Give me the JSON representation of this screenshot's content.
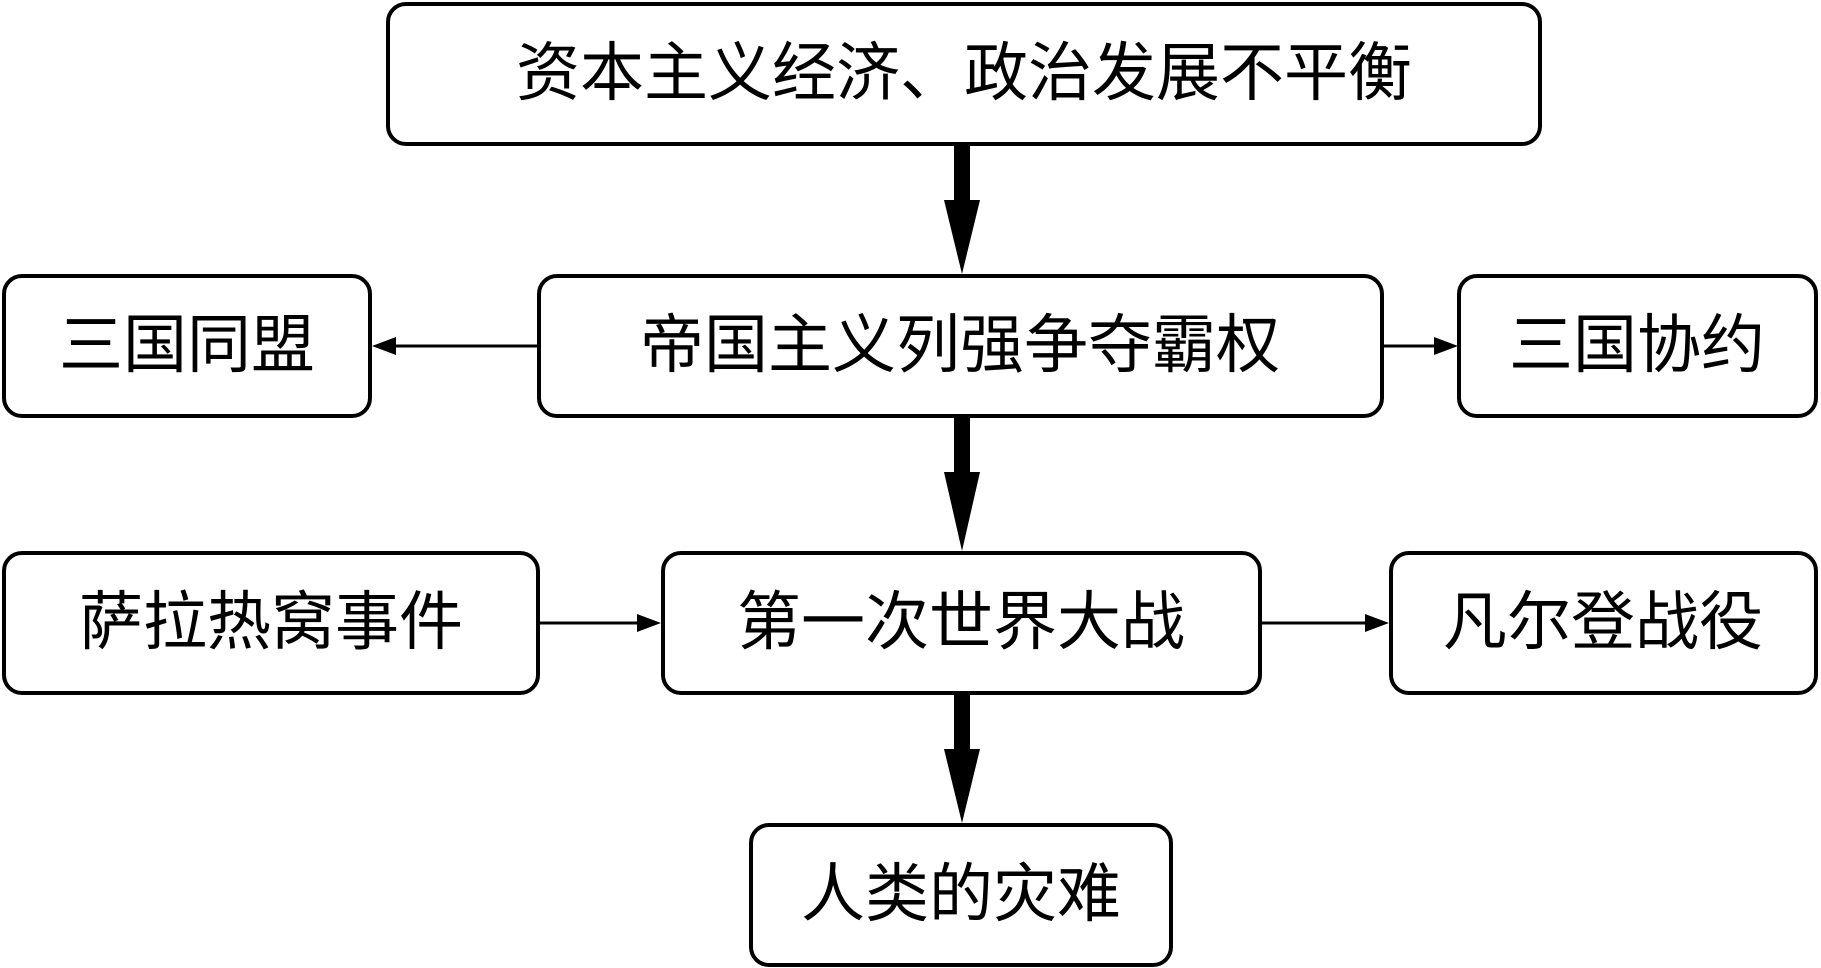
{
  "nodes": {
    "root": "资本主义经济、政治发展不平衡",
    "struggle": "帝国主义列强争夺霸权",
    "triple_alliance": "三国同盟",
    "triple_entente": "三国协约",
    "sarajevo": "萨拉热窝事件",
    "ww1": "第一次世界大战",
    "verdun": "凡尔登战役",
    "disaster": "人类的灾难"
  },
  "colors": {
    "stroke": "#000000",
    "background": "#ffffff",
    "text": "#000000"
  }
}
